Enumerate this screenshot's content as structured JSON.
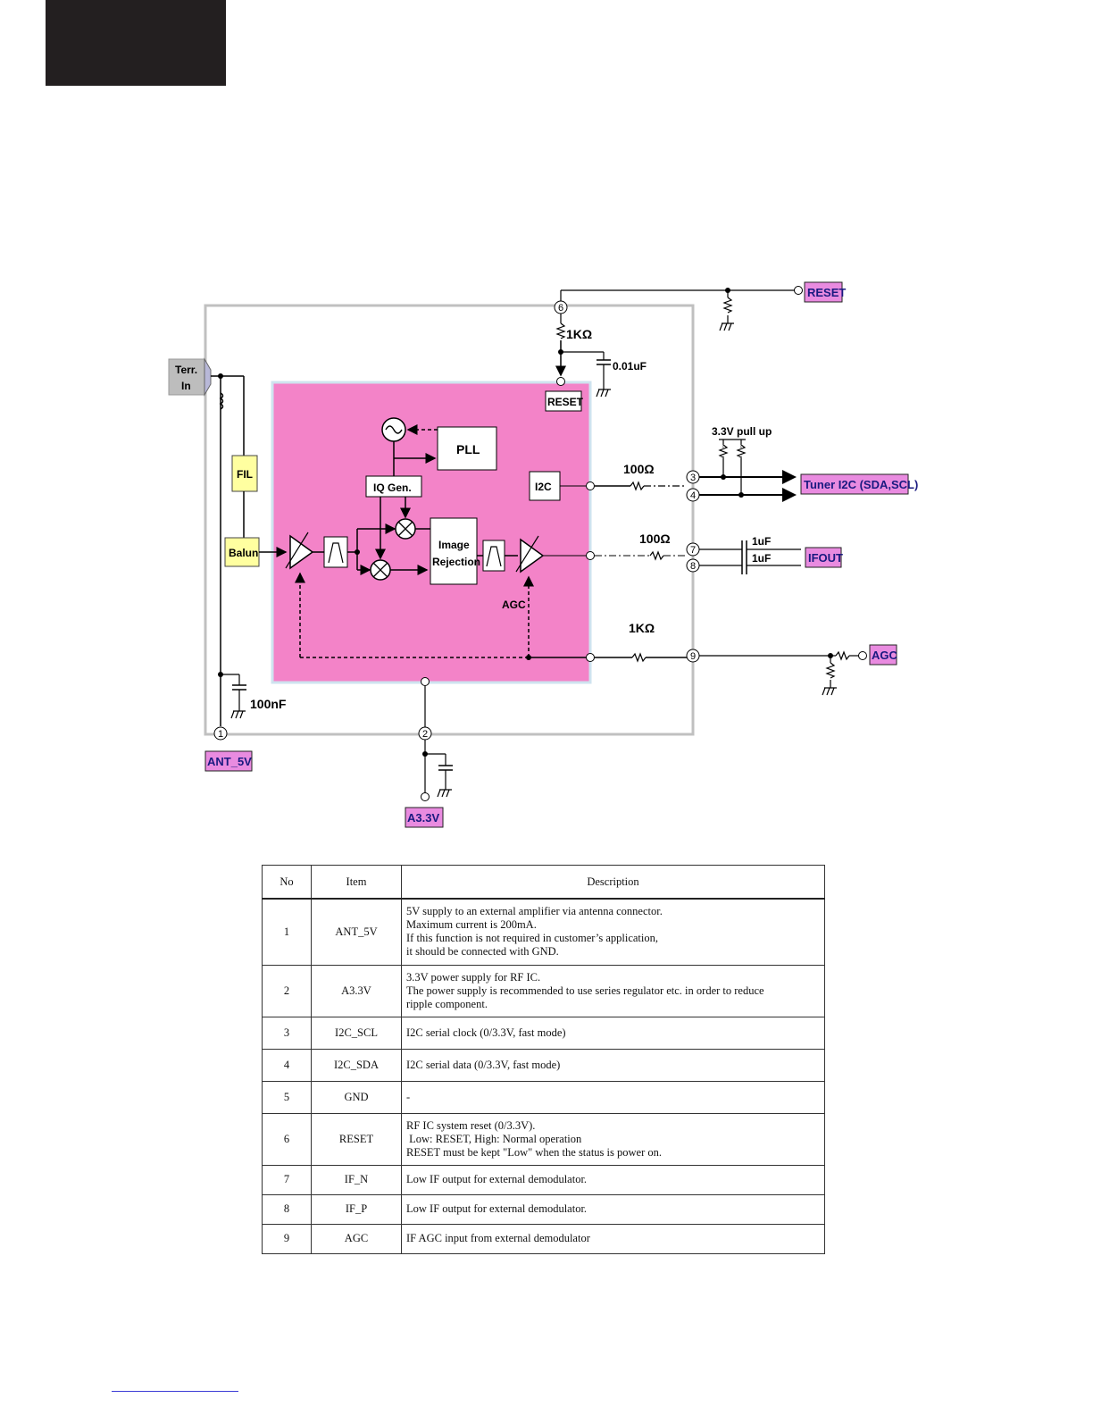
{
  "diagram": {
    "labels": {
      "terr_in_1": "Terr.",
      "terr_in_2": "In",
      "fil": "FIL",
      "balun": "Balun",
      "pll": "PLL",
      "iq_gen": "IQ Gen.",
      "i2c": "I2C",
      "image_rejection_1": "Image",
      "image_rejection_2": "Rejection",
      "agc_internal": "AGC",
      "reset_internal": "RESET",
      "r_1k_top": "1KΩ",
      "c_001uf": "0.01uF",
      "pull_up": "3.3V pull up",
      "r_100_i2c": "100Ω",
      "r_100_if": "100Ω",
      "c_1uf_a": "1uF",
      "c_1uf_b": "1uF",
      "r_1k_agc": "1KΩ",
      "c_100nf": "100nF"
    },
    "tags": {
      "reset": "RESET",
      "tuner_i2c": "Tuner I2C (SDA,SCL)",
      "ifout": "IFOUT",
      "agc": "AGC",
      "ant_5v": "ANT_5V",
      "a33v": "A3.3V"
    },
    "pins": [
      "1",
      "2",
      "3",
      "4",
      "6",
      "7",
      "8",
      "9"
    ],
    "colors": {
      "ic_fill": "#f383c8",
      "ic_border": "#cfe3ef",
      "module_border": "#c0c0c0",
      "block_fill": "#ffffa0",
      "tag_fill": "#e98be0",
      "terr_fill": "#bdbdbd"
    }
  },
  "table": {
    "headers": [
      "No",
      "Item",
      "Description"
    ],
    "rows": [
      {
        "no": "1",
        "item": "ANT_5V",
        "desc": [
          "5V supply to an external amplifier via antenna connector.",
          "Maximum current is 200mA.",
          "If this function is not required in customer’s application,",
          "it should be connected with GND."
        ]
      },
      {
        "no": "2",
        "item": "A3.3V",
        "desc": [
          "3.3V power supply for RF IC.",
          "The power supply is recommended to use series regulator etc. in order to reduce",
          "ripple component."
        ]
      },
      {
        "no": "3",
        "item": "I2C_SCL",
        "desc": [
          "I2C serial clock (0/3.3V, fast mode)"
        ]
      },
      {
        "no": "4",
        "item": "I2C_SDA",
        "desc": [
          "I2C serial data (0/3.3V, fast mode)"
        ]
      },
      {
        "no": "5",
        "item": "GND",
        "desc": [
          "-"
        ]
      },
      {
        "no": "6",
        "item": "RESET",
        "desc": [
          "RF IC system reset (0/3.3V).",
          " Low: RESET, High: Normal operation",
          "RESET must be kept \"Low\" when the status is power on."
        ]
      },
      {
        "no": "7",
        "item": "IF_N",
        "desc": [
          "Low IF output for external demodulator."
        ]
      },
      {
        "no": "8",
        "item": "IF_P",
        "desc": [
          "Low IF output for external demodulator."
        ]
      },
      {
        "no": "9",
        "item": "AGC",
        "desc": [
          "IF AGC input from external demodulator"
        ]
      }
    ]
  }
}
